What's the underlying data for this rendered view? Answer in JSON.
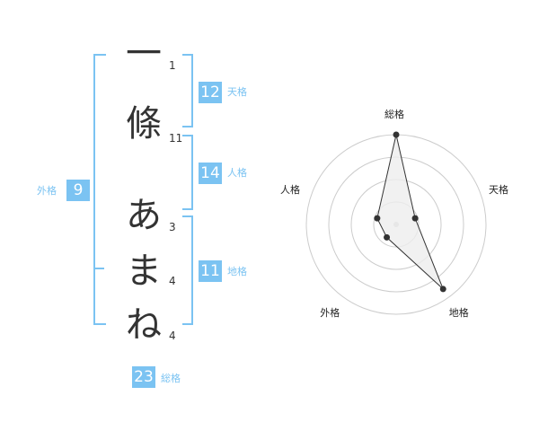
{
  "name_chars": [
    {
      "char": "一",
      "strokes": "1"
    },
    {
      "char": "條",
      "strokes": "11"
    },
    {
      "char": "あ",
      "strokes": "3"
    },
    {
      "char": "ま",
      "strokes": "4"
    },
    {
      "char": "ね",
      "strokes": "4"
    }
  ],
  "kaku": {
    "tenkaku": {
      "value": "12",
      "label": "天格"
    },
    "jinkaku": {
      "value": "14",
      "label": "人格"
    },
    "chikaku": {
      "value": "11",
      "label": "地格"
    },
    "gaikaku": {
      "value": "9",
      "label": "外格"
    },
    "soukaku": {
      "value": "23",
      "label": "総格"
    }
  },
  "colors": {
    "accent": "#7bc3f2",
    "text": "#333333",
    "radar_fill": "#eeeeee",
    "radar_ring": "#cccccc"
  },
  "chart_data": {
    "type": "radar",
    "axes": [
      "総格",
      "天格",
      "地格",
      "外格",
      "人格"
    ],
    "series": [
      {
        "values": [
          4.5,
          1.0,
          4.0,
          0.8,
          1.0
        ]
      }
    ],
    "rings": 4,
    "max": 4.5
  }
}
